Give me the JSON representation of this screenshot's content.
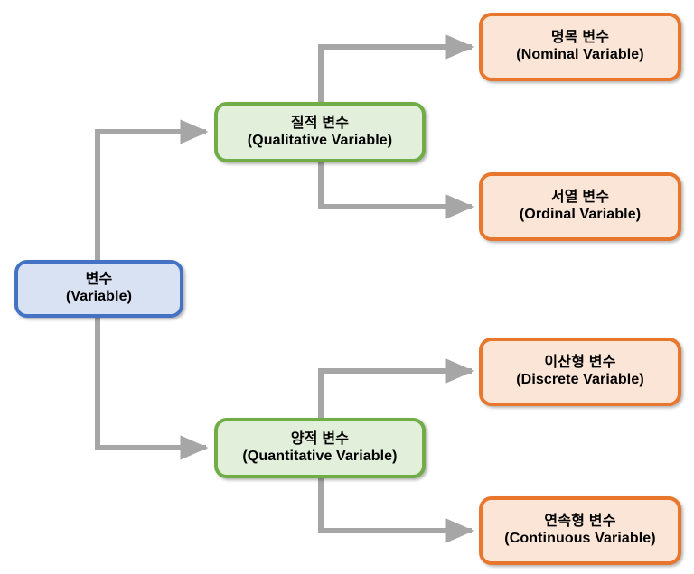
{
  "diagram": {
    "title": "Variable classification tree",
    "colors": {
      "root_border": "#4472C4",
      "root_fill": "#D9E2F3",
      "mid_border": "#70AD47",
      "mid_fill": "#E2EFDA",
      "leaf_border": "#E8762C",
      "leaf_fill": "#FBE5D6",
      "connector": "#A6A6A6",
      "background": "#FFFFFF"
    },
    "nodes": {
      "root": {
        "ko": "변수",
        "en": "(Variable)"
      },
      "qualitative": {
        "ko": "질적 변수",
        "en": "(Qualitative Variable)"
      },
      "quantitative": {
        "ko": "양적 변수",
        "en": "(Quantitative Variable)"
      },
      "nominal": {
        "ko": "명목 변수",
        "en": "(Nominal Variable)"
      },
      "ordinal": {
        "ko": "서열 변수",
        "en": "(Ordinal Variable)"
      },
      "discrete": {
        "ko": "이산형 변수",
        "en": "(Discrete Variable)"
      },
      "continuous": {
        "ko": "연속형 변수",
        "en": "(Continuous Variable)"
      }
    },
    "edges": [
      {
        "from": "root",
        "to": "qualitative"
      },
      {
        "from": "root",
        "to": "quantitative"
      },
      {
        "from": "qualitative",
        "to": "nominal"
      },
      {
        "from": "qualitative",
        "to": "ordinal"
      },
      {
        "from": "quantitative",
        "to": "discrete"
      },
      {
        "from": "quantitative",
        "to": "continuous"
      }
    ]
  }
}
